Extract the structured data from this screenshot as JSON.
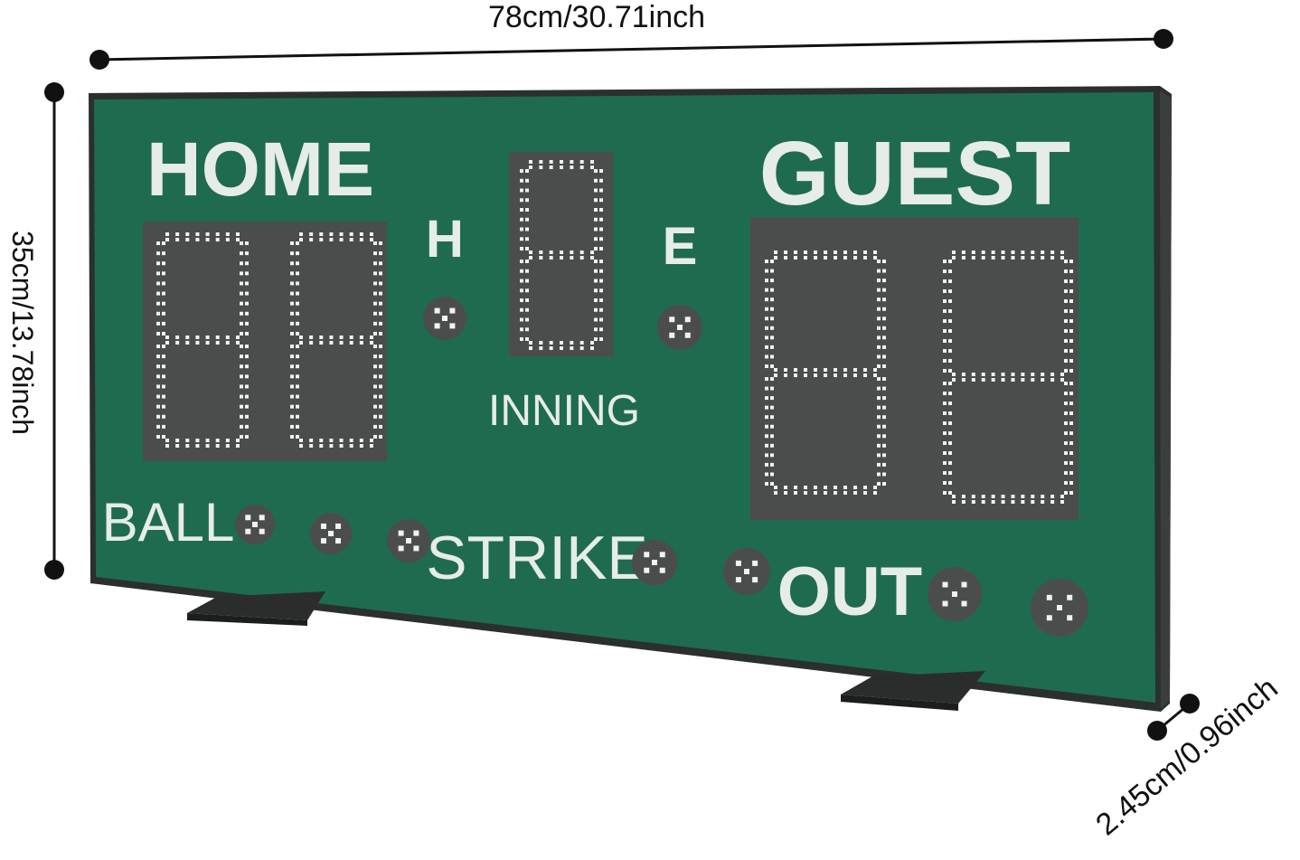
{
  "dimensions": {
    "width_label": "78cm/30.71inch",
    "height_label": "35cm/13.78inch",
    "depth_label": "2.45cm/0.96inch"
  },
  "scoreboard": {
    "home_label": "HOME",
    "guest_label": "GUEST",
    "hits_label": "H",
    "errors_label": "E",
    "inning_label": "INNING",
    "ball_label": "BALL",
    "strike_label": "STRIKE",
    "out_label": "OUT"
  },
  "colors": {
    "board_green": "#1f6b4f",
    "frame": "#2b2f2e",
    "display_panel": "#4a4d4c",
    "led": "#f2f2ee"
  }
}
